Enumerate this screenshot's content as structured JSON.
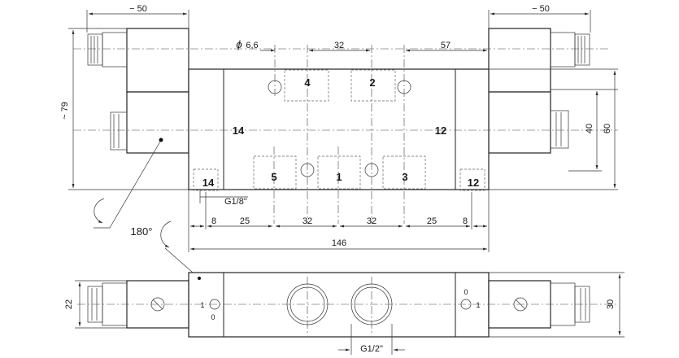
{
  "dimensions": {
    "coil_left_width": "− 50",
    "coil_right_width": "− 50",
    "hole_diameter_symbol": "ϕ",
    "hole_diameter": "6,6",
    "port_spacing_top": "32",
    "offset_right": "57",
    "height_total": "~ 79",
    "height_40": "40",
    "height_60": "60",
    "thread_pilot": "G1/8\"",
    "seg_8_left": "8",
    "seg_25_left": "25",
    "seg_32_a": "32",
    "seg_32_b": "32",
    "seg_25_right": "25",
    "seg_8_right": "8",
    "length_total": "146",
    "rotation": "180°",
    "height_22": "22",
    "height_30": "30",
    "thread_main": "G1/2\""
  },
  "ports": {
    "p4": "4",
    "p2": "2",
    "p5": "5",
    "p1": "1",
    "p3": "3",
    "p14_body": "14",
    "p12_body": "12",
    "p14_pilot": "14",
    "p12_pilot": "12"
  },
  "bottom_marks": {
    "left_zero": "0",
    "left_one": "1",
    "right_zero": "0",
    "right_one": "1"
  }
}
